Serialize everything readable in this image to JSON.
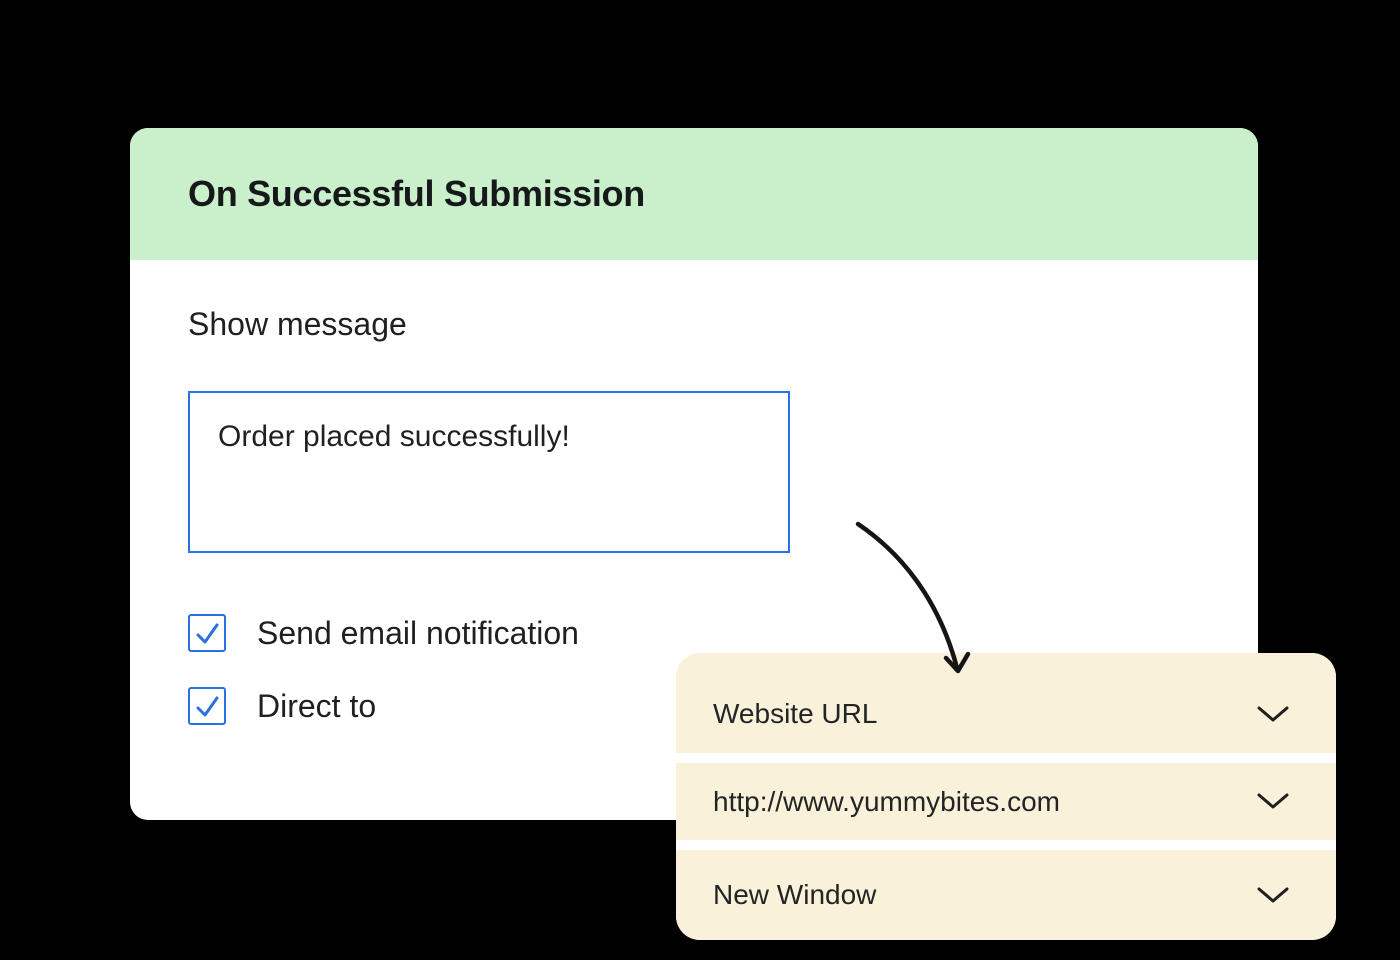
{
  "modal": {
    "title": "On Successful Submission",
    "show_message_label": "Show message",
    "message_value": "Order placed successfully!",
    "checkboxes": [
      {
        "label": "Send email notification",
        "checked": true
      },
      {
        "label": "Direct to",
        "checked": true
      }
    ]
  },
  "dropdown_panel": {
    "rows": [
      {
        "label": "Website URL"
      },
      {
        "label": "http://www.yummybites.com"
      },
      {
        "label": "New Window"
      }
    ]
  },
  "icons": {
    "checkbox_check": "checkmark-icon",
    "dropdown_row": "chevron-down-icon",
    "annotation": "curved-arrow-icon"
  },
  "colors": {
    "background": "#000000",
    "header_green": "#C9F0CA",
    "panel_cream": "#FAF1DA",
    "gap_white": "#FFFFFF",
    "accent_blue": "#2A70E2",
    "text_dark": "#1E2022",
    "arrow_black": "#151515"
  }
}
